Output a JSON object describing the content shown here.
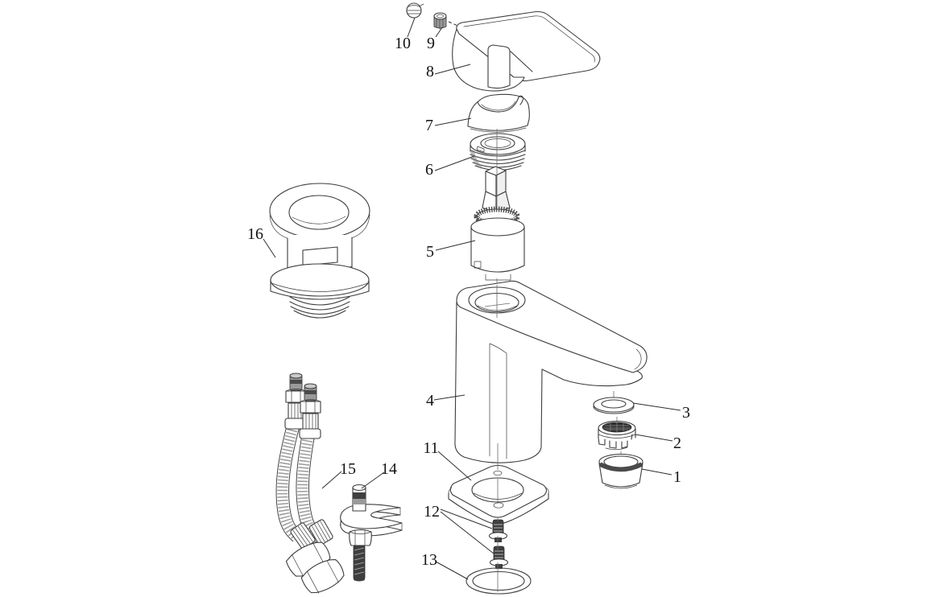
{
  "figure": {
    "type": "exploded-parts-diagram",
    "subject": "single-lever basin mixer tap with pop-up waste and fittings",
    "colors": {
      "background": "#ffffff",
      "line": "#3d3d3d",
      "dark_fill": "#3f3f3f",
      "label_text": "#141414"
    }
  },
  "parts": [
    {
      "number": "1",
      "name": "aerator-shroud"
    },
    {
      "number": "2",
      "name": "aerator-insert"
    },
    {
      "number": "3",
      "name": "aerator-seal-washer"
    },
    {
      "number": "4",
      "name": "tap-body"
    },
    {
      "number": "5",
      "name": "ceramic-disc-cartridge"
    },
    {
      "number": "6",
      "name": "cartridge-retaining-nut"
    },
    {
      "number": "7",
      "name": "cartridge-dome-cover"
    },
    {
      "number": "8",
      "name": "lever-handle"
    },
    {
      "number": "9",
      "name": "handle-grub-screw"
    },
    {
      "number": "10",
      "name": "handle-indicator-cap"
    },
    {
      "number": "11",
      "name": "base-flange-plate"
    },
    {
      "number": "12",
      "name": "flange-fixing-screws"
    },
    {
      "number": "13",
      "name": "base-o-ring-gasket"
    },
    {
      "number": "14",
      "name": "mounting-stud-with-fork-clamp"
    },
    {
      "number": "15",
      "name": "flexible-inlet-hoses"
    },
    {
      "number": "16",
      "name": "slotted-pop-up-waste"
    }
  ]
}
